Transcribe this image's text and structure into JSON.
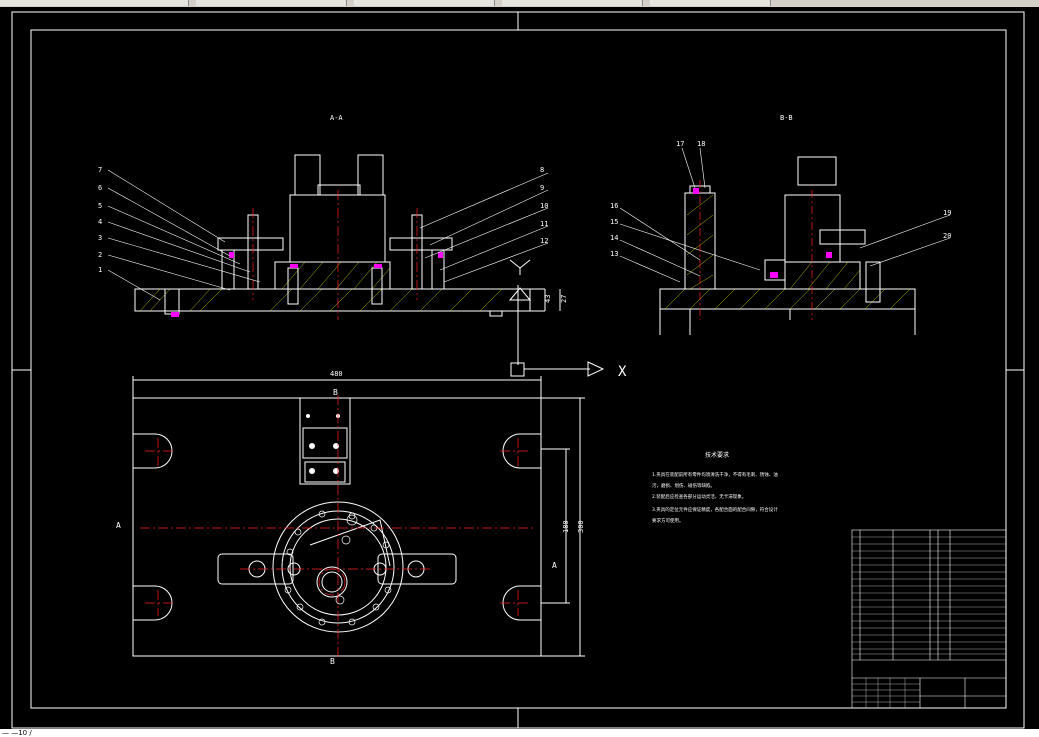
{
  "window": {
    "command_line_text": "— —10 /"
  },
  "views": {
    "section_aa": "A-A",
    "section_bb": "B-B"
  },
  "part_numbers_left": [
    "7",
    "6",
    "5",
    "4",
    "3",
    "2",
    "1"
  ],
  "part_numbers_right": [
    "8",
    "9",
    "10",
    "11",
    "12"
  ],
  "part_numbers_bb_top": [
    "17",
    "18"
  ],
  "part_numbers_bb_left": [
    "16",
    "15",
    "14",
    "13"
  ],
  "part_numbers_bb_right": [
    "19",
    "20"
  ],
  "dimensions": {
    "overall_width": "480",
    "overall_height": "300",
    "inner_height": "180",
    "height_right": "27",
    "height_right2": "43"
  },
  "axis_label": "X",
  "section_markers": {
    "a_left": "A",
    "a_right": "A",
    "b_top": "B",
    "b_bottom": "B"
  },
  "notes_title": "技术要求",
  "notes": [
    "1.夹具在装配前所有零件均须清洗干净，不得有毛刺、锈蚀、油",
    "污，磨损、划伤、碰伤等缺陷。",
    "2.装配后应检查各部分运动灵活，无卡滞现象。",
    "3.夹具的定位元件应保证精度，各配合面的配合间隙，符合设计",
    "要求方可使用。"
  ],
  "colors": {
    "background": "#000000",
    "line": "#ffffff",
    "center_line": "#ff2020",
    "highlight": "#ff00ff",
    "yellow": "#ffff00"
  }
}
